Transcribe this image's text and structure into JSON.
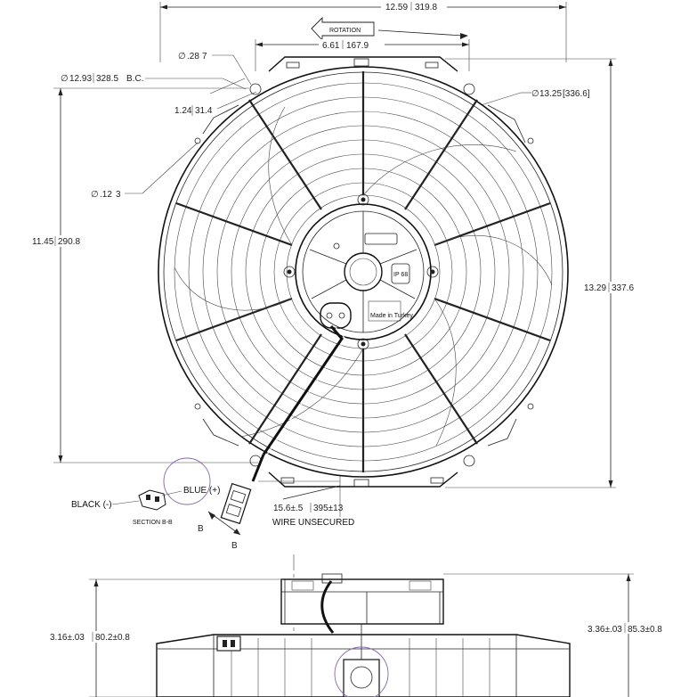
{
  "dimensions": {
    "overall_width": "12.59",
    "overall_width_mm": "319.8",
    "mount_spacing": "6.61",
    "mount_spacing_mm": "167.9",
    "hole_dia": ".28",
    "hole_dia_mm": "7",
    "bolt_circle": "12.93",
    "bolt_circle_mm": "328.5",
    "bolt_circle_suffix": "B.C.",
    "tab_width": "1.24",
    "tab_width_mm": "31.4",
    "small_hole": ".12",
    "small_hole_mm": "3",
    "shroud_dia": "13.25",
    "shroud_dia_mm": "[336.6]",
    "height_left": "11.45",
    "height_left_mm": "290.8",
    "height_right": "13.29",
    "height_right_mm": "337.6",
    "wire_length": "15.6±.5",
    "wire_length_mm": "395±13",
    "depth_left": "3.16±.03",
    "depth_left_mm": "80.2±0.8",
    "depth_right": "3.36±.03",
    "depth_right_mm": "85.3±0.8"
  },
  "labels": {
    "rotation": "ROTATION",
    "black_wire": "BLACK (-)",
    "blue_wire": "BLUE (+)",
    "section": "SECTION B-B",
    "wire_note": "WIRE UNSECURED",
    "section_mark": "B",
    "ip_rating": "IP 68",
    "made_in": "Made in Turkey"
  },
  "icons": {
    "diameter_symbol": "∅"
  }
}
